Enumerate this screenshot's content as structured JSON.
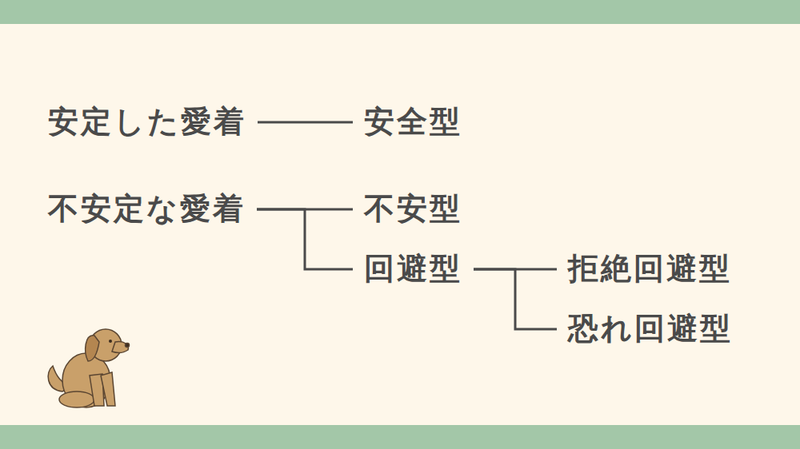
{
  "diagram": {
    "nodes": [
      {
        "text": [
          "安定した愛着"
        ]
      },
      {
        "text": [
          "安全型"
        ]
      },
      {
        "text": [
          "不安定な愛着"
        ]
      },
      {
        "text": [
          "不安型"
        ]
      },
      {
        "text": [
          "回避型"
        ]
      },
      {
        "text": [
          "拒絶回避型"
        ]
      },
      {
        "text": [
          "恐れ回避型"
        ]
      }
    ],
    "edges": [
      {
        "from": 0,
        "to": 1,
        "arrow": "none"
      },
      {
        "from": 2,
        "to": 3,
        "arrow": "none"
      },
      {
        "from": 2,
        "to": 4,
        "arrow": "none"
      },
      {
        "from": 4,
        "to": 5,
        "arrow": "none"
      },
      {
        "from": 4,
        "to": 6,
        "arrow": "none"
      }
    ]
  }
}
